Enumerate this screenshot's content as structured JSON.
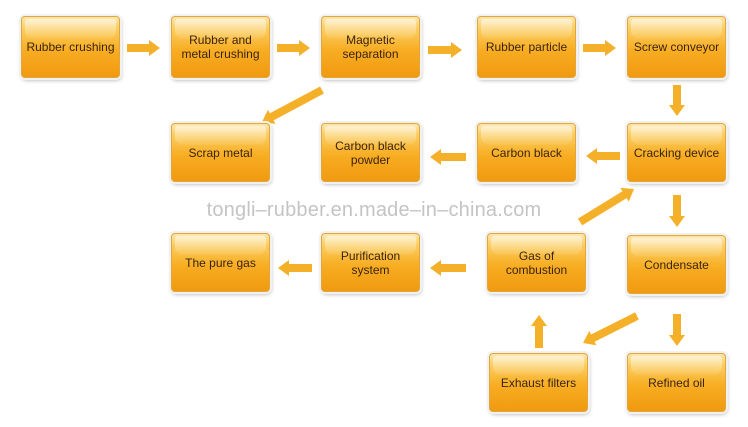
{
  "watermark": "tongli–rubber.en.made–in–china.com",
  "colors": {
    "box_top": "#fde7b0",
    "box_bottom": "#f09a10",
    "arrow": "#f5b02a",
    "text": "#3a2410",
    "watermark": "#c4c4c4"
  },
  "nodes": [
    {
      "id": "rubber-crushing",
      "label": "Rubber crushing"
    },
    {
      "id": "rubber-metal-crushing",
      "label": "Rubber and\nmetal crushing"
    },
    {
      "id": "magnetic-separation",
      "label": "Magnetic\nseparation"
    },
    {
      "id": "rubber-particle",
      "label": "Rubber particle"
    },
    {
      "id": "screw-conveyor",
      "label": "Screw conveyor"
    },
    {
      "id": "scrap-metal",
      "label": "Scrap metal"
    },
    {
      "id": "carbon-black-powder",
      "label": "Carbon black\npowder"
    },
    {
      "id": "carbon-black",
      "label": "Carbon black"
    },
    {
      "id": "cracking-device",
      "label": "Cracking device"
    },
    {
      "id": "pure-gas",
      "label": "The pure gas"
    },
    {
      "id": "purification-system",
      "label": "Purification\nsystem"
    },
    {
      "id": "gas-of-combustion",
      "label": "Gas of\ncombustion"
    },
    {
      "id": "condensate",
      "label": "Condensate"
    },
    {
      "id": "exhaust-filters",
      "label": "Exhaust filters"
    },
    {
      "id": "refined-oil",
      "label": "Refined oil"
    }
  ],
  "edges": [
    {
      "from": "rubber-crushing",
      "to": "rubber-metal-crushing"
    },
    {
      "from": "rubber-metal-crushing",
      "to": "magnetic-separation"
    },
    {
      "from": "magnetic-separation",
      "to": "rubber-particle"
    },
    {
      "from": "rubber-particle",
      "to": "screw-conveyor"
    },
    {
      "from": "screw-conveyor",
      "to": "cracking-device"
    },
    {
      "from": "magnetic-separation",
      "to": "scrap-metal"
    },
    {
      "from": "cracking-device",
      "to": "carbon-black"
    },
    {
      "from": "carbon-black",
      "to": "carbon-black-powder"
    },
    {
      "from": "cracking-device",
      "to": "condensate"
    },
    {
      "from": "gas-of-combustion",
      "to": "cracking-device"
    },
    {
      "from": "condensate",
      "to": "refined-oil"
    },
    {
      "from": "condensate",
      "to": "exhaust-filters"
    },
    {
      "from": "exhaust-filters",
      "to": "gas-of-combustion"
    },
    {
      "from": "gas-of-combustion",
      "to": "purification-system"
    },
    {
      "from": "purification-system",
      "to": "pure-gas"
    }
  ]
}
